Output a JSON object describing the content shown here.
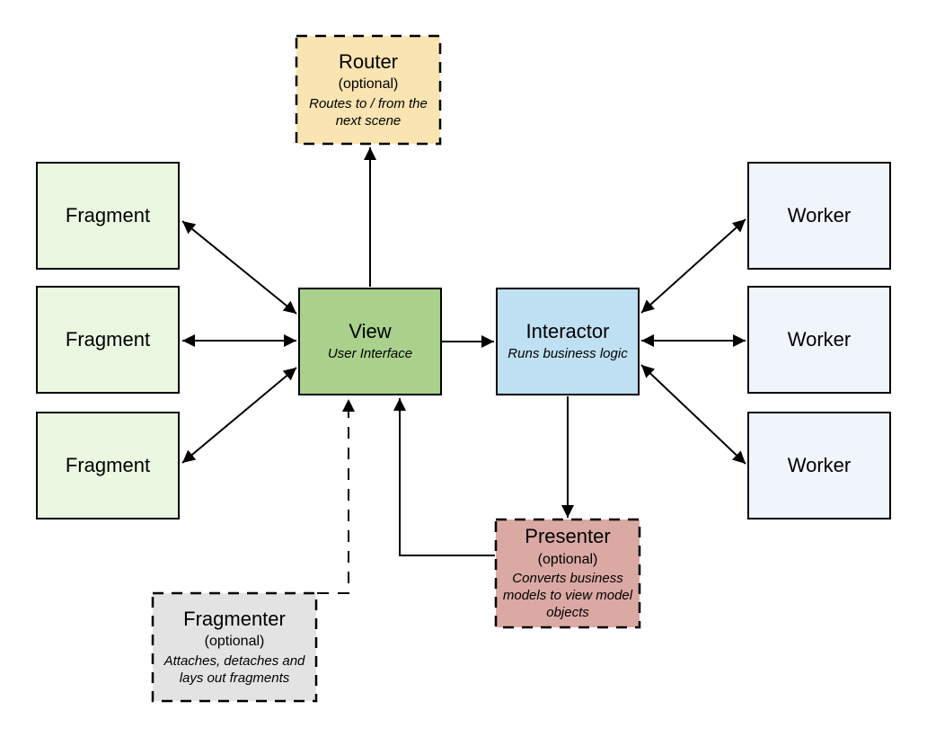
{
  "diagram": {
    "router": {
      "title": "Router",
      "qualifier": "(optional)",
      "description": "Routes to / from the next scene",
      "fill": "#F9E4B2"
    },
    "view": {
      "title": "View",
      "description": "User Interface",
      "fill": "#A9D18C"
    },
    "interactor": {
      "title": "Interactor",
      "description": "Runs business logic",
      "fill": "#BFE0F2"
    },
    "presenter": {
      "title": "Presenter",
      "qualifier": "(optional)",
      "description": "Converts business models to view model objects",
      "fill": "#DBA9A4"
    },
    "fragmenter": {
      "title": "Fragmenter",
      "qualifier": "(optional)",
      "description": "Attaches, detaches and lays out fragments",
      "fill": "#E3E3E3"
    },
    "fragments": [
      {
        "title": "Fragment"
      },
      {
        "title": "Fragment"
      },
      {
        "title": "Fragment"
      }
    ],
    "workers": [
      {
        "title": "Worker"
      },
      {
        "title": "Worker"
      },
      {
        "title": "Worker"
      }
    ],
    "fragment_fill": "#EAF7E1",
    "worker_fill": "#F0F5FB",
    "line_color": "#000000"
  }
}
